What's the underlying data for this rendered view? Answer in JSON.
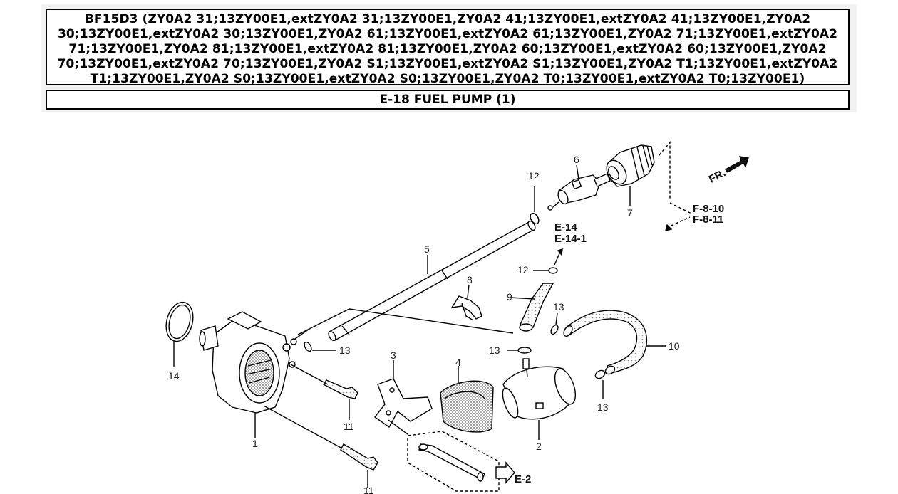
{
  "header": {
    "title": "BF15D3 (ZY0A2 31;13ZY00E1,extZY0A2 31;13ZY00E1,ZY0A2 41;13ZY00E1,extZY0A2 41;13ZY00E1,ZY0A2 30;13ZY00E1,extZY0A2 30;13ZY00E1,ZY0A2 61;13ZY00E1,extZY0A2 61;13ZY00E1,ZY0A2 71;13ZY00E1,extZY0A2 71;13ZY00E1,ZY0A2 81;13ZY00E1,extZY0A2 81;13ZY00E1,ZY0A2 60;13ZY00E1,extZY0A2 60;13ZY00E1,ZY0A2 70;13ZY00E1,extZY0A2 70;13ZY00E1,ZY0A2 S1;13ZY00E1,extZY0A2 S1;13ZY00E1,ZY0A2 T1;13ZY00E1,extZY0A2 T1;13ZY00E1,ZY0A2 S0;13ZY00E1,extZY0A2 S0;13ZY00E1,ZY0A2 T0;13ZY00E1,extZY0A2 T0;13ZY00E1)",
    "subtitle": "E-18 FUEL PUMP (1)"
  },
  "diagram": {
    "direction_label": "FR.",
    "refs": {
      "f8_10": "F-8-10",
      "f8_11": "F-8-11",
      "e14": "E-14",
      "e14_1": "E-14-1",
      "e2": "E-2"
    },
    "callouts": {
      "c1": "1",
      "c2": "2",
      "c3": "3",
      "c4": "4",
      "c5": "5",
      "c6": "6",
      "c7": "7",
      "c8": "8",
      "c9": "9",
      "c10": "10",
      "c11a": "11",
      "c11b": "11",
      "c12a": "12",
      "c12b": "12",
      "c13a": "13",
      "c13b": "13",
      "c13c": "13",
      "c13d": "13",
      "c14": "14"
    }
  }
}
